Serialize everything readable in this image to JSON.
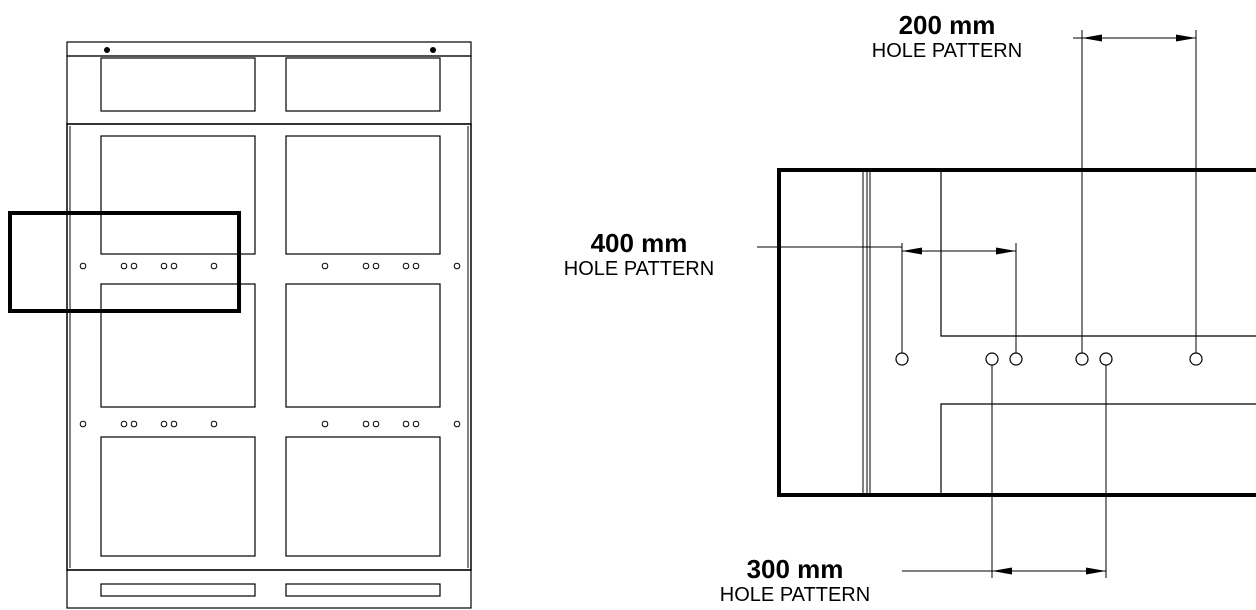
{
  "dimensions": [
    {
      "value": "200 mm",
      "caption": "HOLE PATTERN"
    },
    {
      "value": "400 mm",
      "caption": "HOLE PATTERN"
    },
    {
      "value": "300 mm",
      "caption": "HOLE PATTERN"
    }
  ]
}
